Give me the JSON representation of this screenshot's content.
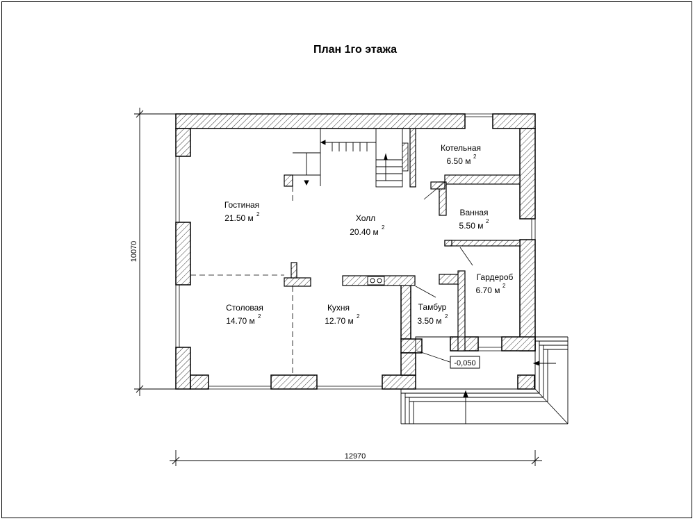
{
  "title": "План 1го этажа",
  "rooms": {
    "gostinaya": {
      "name": "Гостиная",
      "area": "21.50 м",
      "sup": "2"
    },
    "holl": {
      "name": "Холл",
      "area": "20.40 м",
      "sup": "2"
    },
    "kotelnaya": {
      "name": "Котельная",
      "area": "6.50 м",
      "sup": "2"
    },
    "vannaya": {
      "name": "Ванная",
      "area": "5.50 м",
      "sup": "2"
    },
    "garderob": {
      "name": "Гардероб",
      "area": "6.70 м",
      "sup": "2"
    },
    "stolovaya": {
      "name": "Столовая",
      "area": "14.70 м",
      "sup": "2"
    },
    "kuhnya": {
      "name": "Кухня",
      "area": "12.70 м",
      "sup": "2"
    },
    "tambur": {
      "name": "Тамбур",
      "area": "3.50 м",
      "sup": "2"
    }
  },
  "dimensions": {
    "height": "10070",
    "width": "12970"
  },
  "level_mark": "-0,050"
}
